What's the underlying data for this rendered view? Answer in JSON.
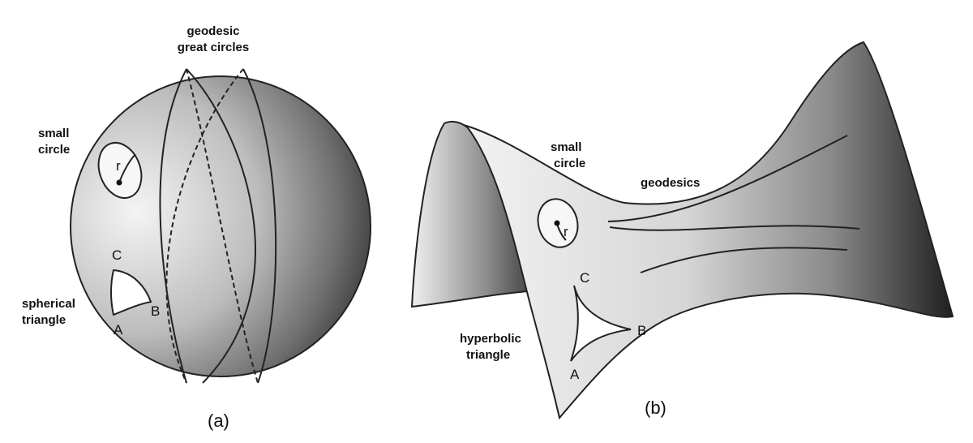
{
  "panel_a": {
    "caption": "(a)",
    "geodesic_label_line1": "geodesic",
    "geodesic_label_line2": "great circles",
    "small_circle_line1": "small",
    "small_circle_line2": "circle",
    "radius_label": "r",
    "triangle_line1": "spherical",
    "triangle_line2": "triangle",
    "vertex_a": "A",
    "vertex_b": "B",
    "vertex_c": "C"
  },
  "panel_b": {
    "caption": "(b)",
    "small_circle_line1": "small",
    "small_circle_line2": "circle",
    "radius_label": "r",
    "geodesics_label": "geodesics",
    "triangle_line1": "hyperbolic",
    "triangle_line2": "triangle",
    "vertex_a": "A",
    "vertex_b": "B",
    "vertex_c": "C"
  },
  "colors": {
    "light_surface": "#eeeeee",
    "dark_surface": "#202020",
    "outline": "#222222"
  }
}
